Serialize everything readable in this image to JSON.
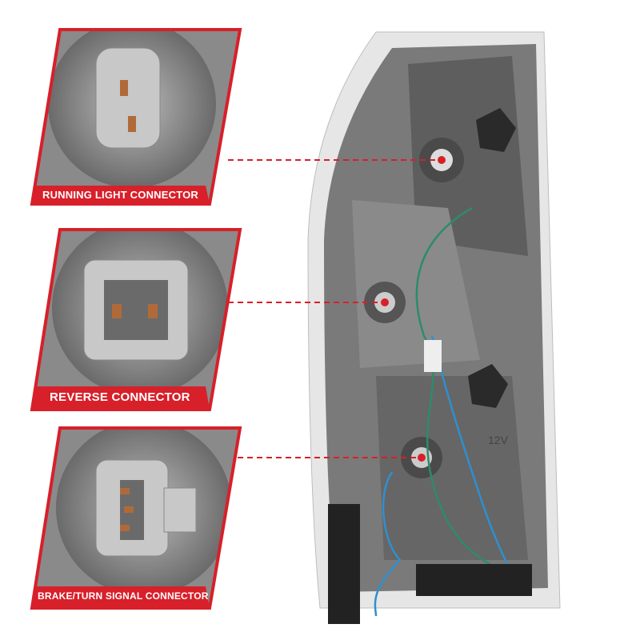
{
  "callouts": [
    {
      "label": "RUNNING LIGHT CONNECTOR"
    },
    {
      "label": "REVERSE CONNECTOR"
    },
    {
      "label": "BRAKE/TURN SIGNAL CONNECTOR"
    }
  ],
  "lamp": {
    "voltage_marking": "12V"
  },
  "colors": {
    "accent": "#d7202a",
    "lamp_body": "#6e6e6e",
    "wire_green": "#2e8b6a",
    "wire_blue": "#2f8fd0"
  }
}
